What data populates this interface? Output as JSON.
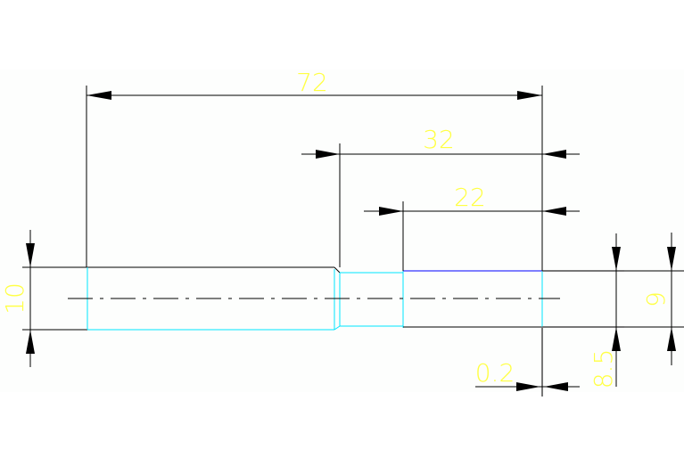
{
  "drawing": {
    "dimensions": {
      "overall_length": "72",
      "step_length": "32",
      "inner_length": "22",
      "left_diameter": "10",
      "right_diameter": "9",
      "groove_offset": "8.5",
      "gap": "0.2"
    },
    "colors": {
      "dimension_text": "#ffff44",
      "geometry_cyan": "#00e5ff",
      "geometry_blue": "#3333ff",
      "geometry_grey": "#777777",
      "lines": "#000000",
      "background": "#fdfefd"
    }
  }
}
